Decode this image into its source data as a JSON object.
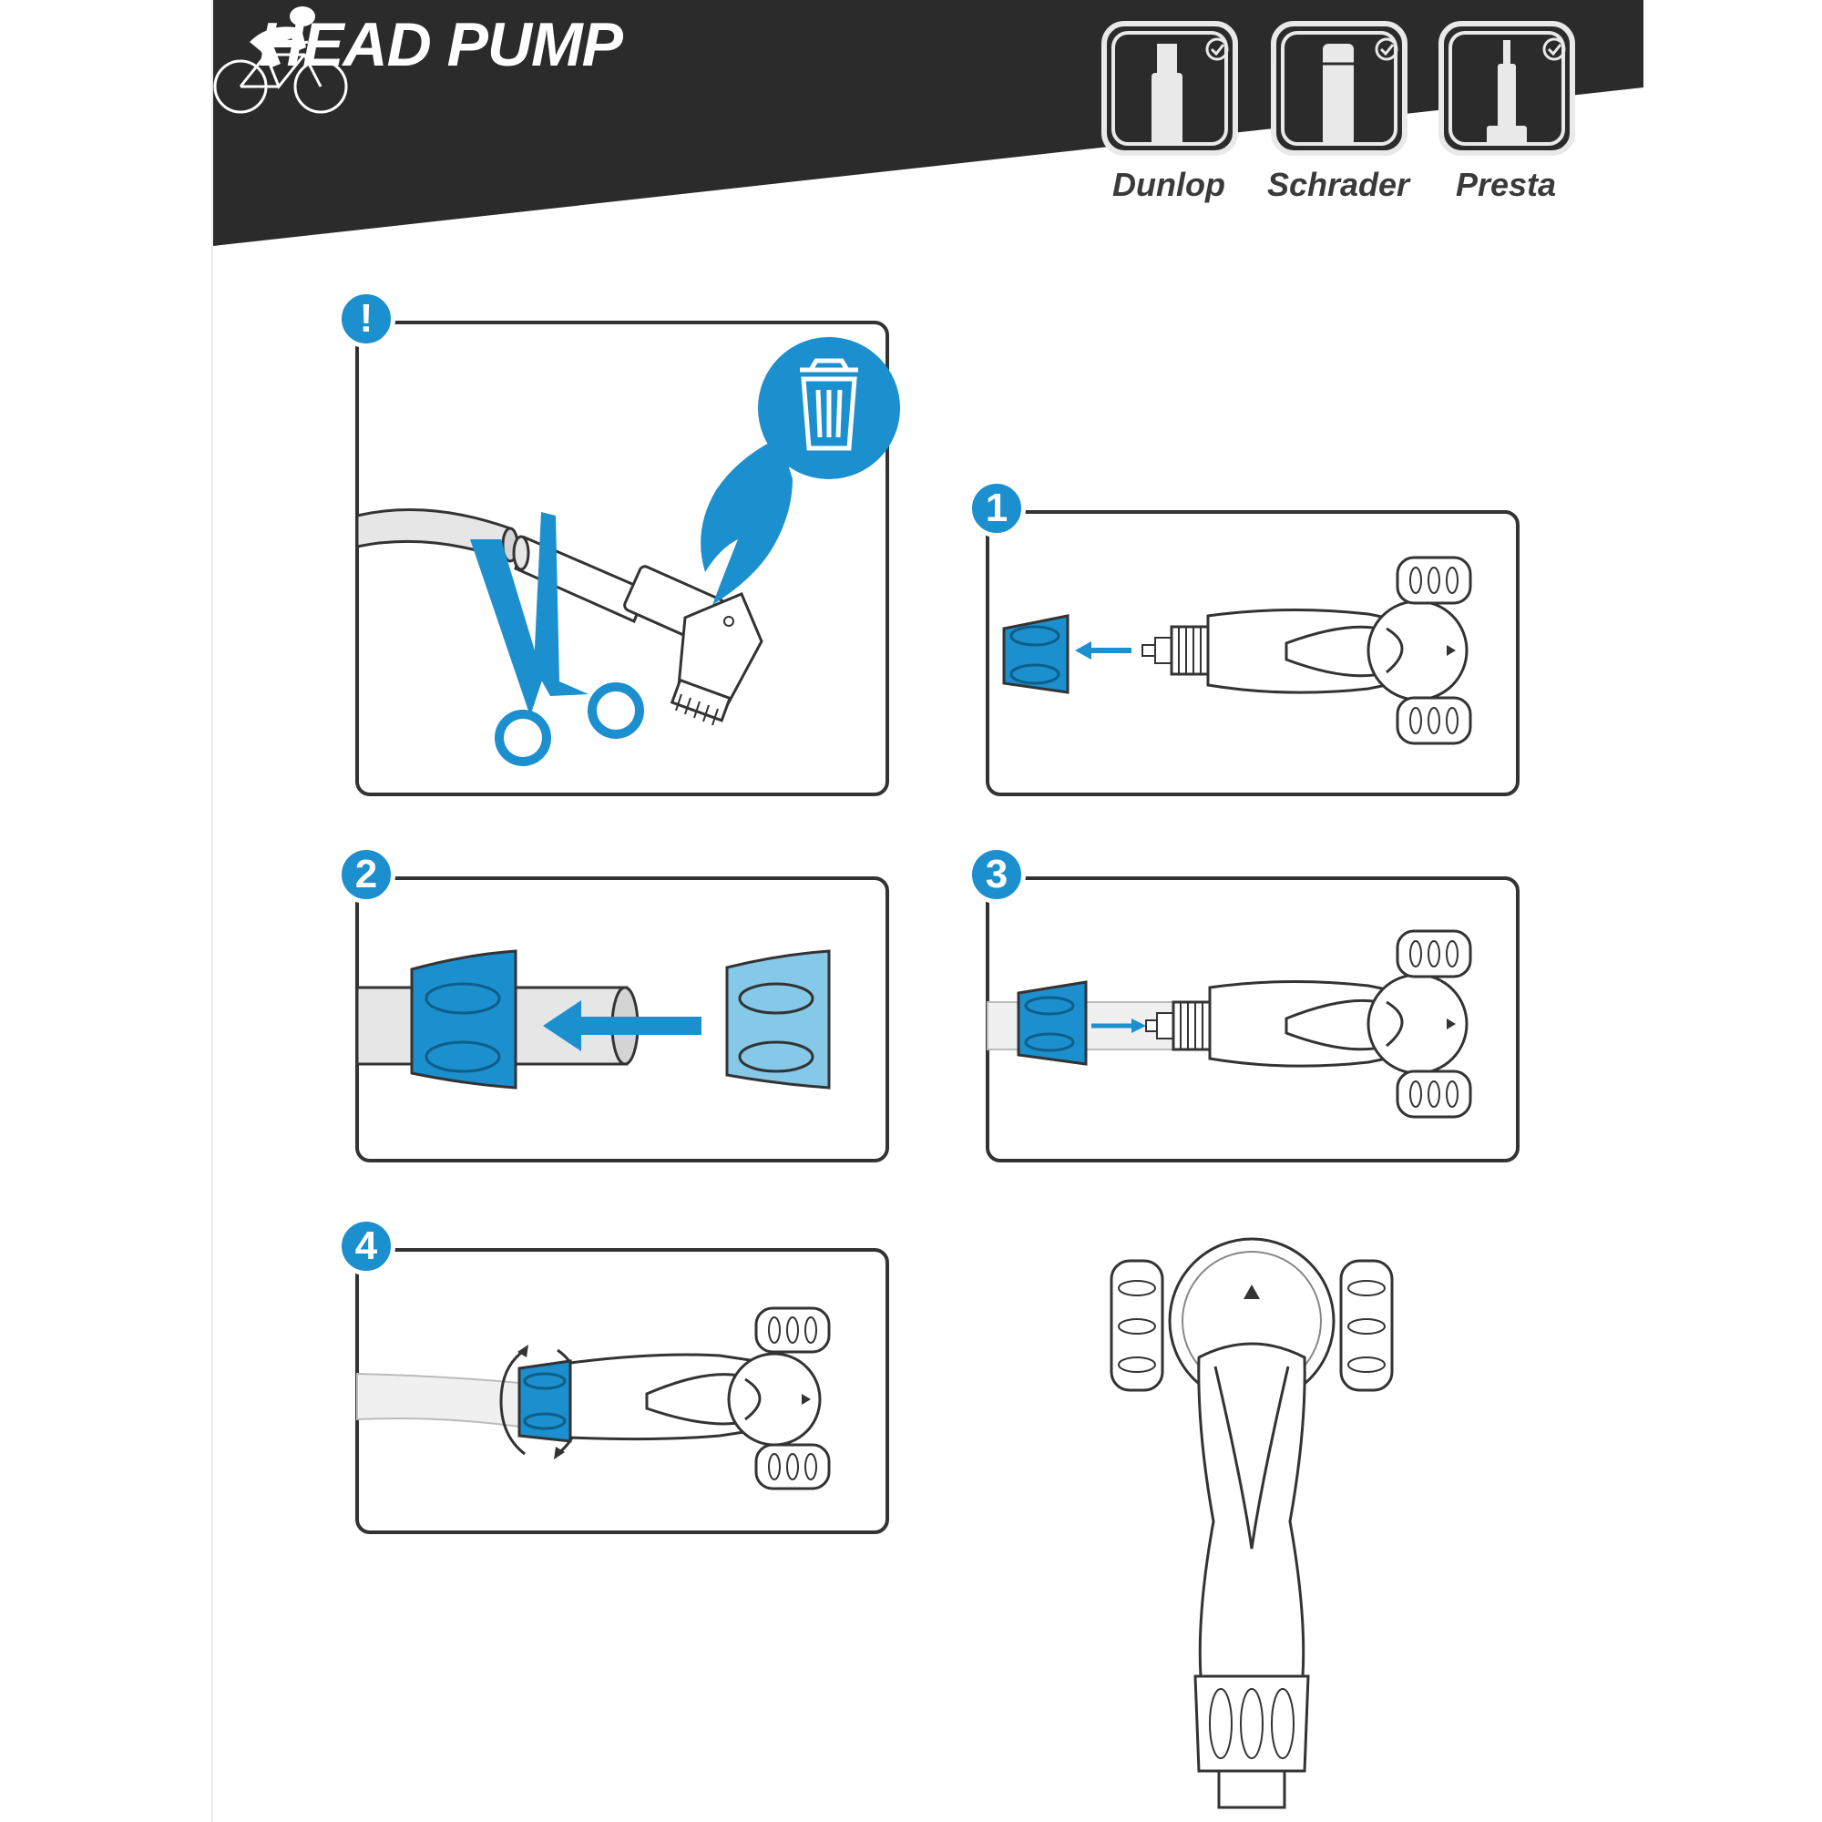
{
  "header": {
    "title": "HEAD PUMP",
    "sport_icon": "cyclist-icon",
    "valves": [
      {
        "label": "Dunlop",
        "icon": "dunlop-valve-icon",
        "compatible_icon": "check-circle-icon"
      },
      {
        "label": "Schrader",
        "icon": "schrader-valve-icon",
        "compatible_icon": "check-circle-icon"
      },
      {
        "label": "Presta",
        "icon": "presta-valve-icon",
        "compatible_icon": "check-circle-icon"
      }
    ]
  },
  "steps": [
    {
      "badge": "!",
      "icon": "warning-icon",
      "illustration": "cut-hose-with-scissors-discard-old-head"
    },
    {
      "badge": "1",
      "illustration": "remove-collar-from-pump-head"
    },
    {
      "badge": "2",
      "illustration": "slide-collar-onto-hose"
    },
    {
      "badge": "3",
      "illustration": "insert-hose-into-pump-head"
    },
    {
      "badge": "4",
      "illustration": "screw-collar-onto-pump-head"
    }
  ],
  "colors": {
    "header_bg": "#2b2b2b",
    "accent_blue": "#1c8fce",
    "light_blue": "#86c8e8",
    "line": "#333333",
    "hose_fill": "#e6e6e6"
  }
}
